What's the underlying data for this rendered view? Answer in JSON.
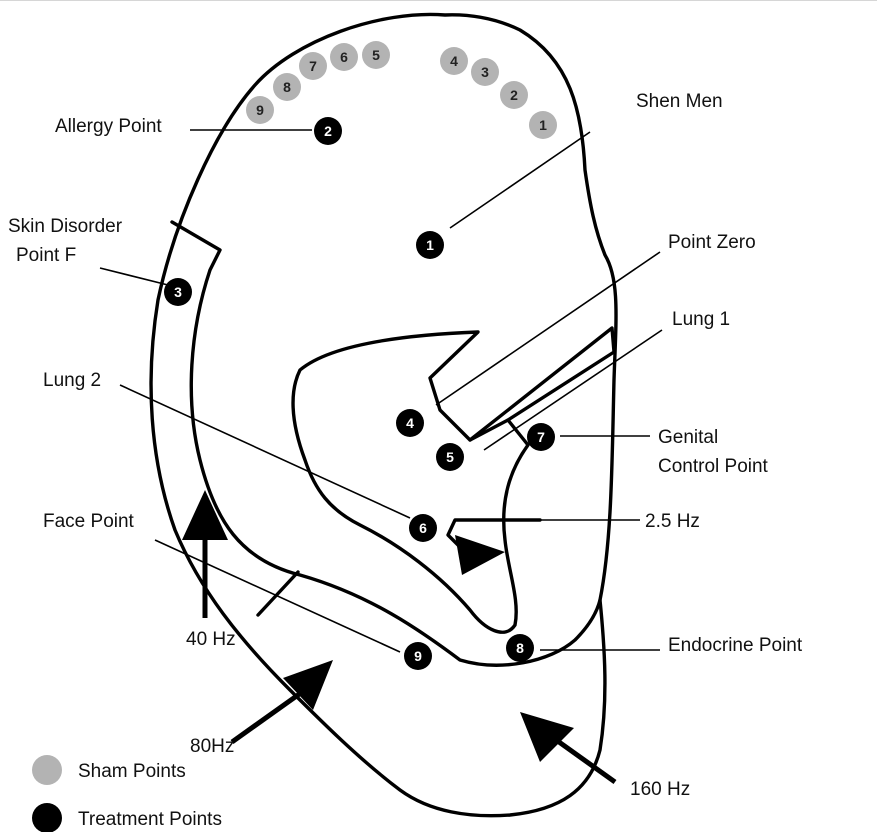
{
  "labels": {
    "shen_men": "Shen Men",
    "allergy_point": "Allergy Point",
    "skin_disorder_1": "Skin Disorder",
    "skin_disorder_2": "Point F",
    "point_zero": "Point Zero",
    "lung_1": "Lung 1",
    "lung_2": "Lung 2",
    "genital_1": "Genital",
    "genital_2": "Control Point",
    "face_point": "Face Point",
    "hz_2_5": "2.5 Hz",
    "hz_40": "40 Hz",
    "hz_80": "80Hz",
    "hz_160": "160 Hz",
    "endocrine_point": "Endocrine Point"
  },
  "legend": {
    "sham": "Sham Points",
    "treatment": "Treatment Points"
  },
  "sham_points": [
    "1",
    "2",
    "3",
    "4",
    "5",
    "6",
    "7",
    "8",
    "9"
  ],
  "treatment_points": [
    "1",
    "2",
    "3",
    "4",
    "5",
    "6",
    "7",
    "8",
    "9"
  ],
  "colors": {
    "sham_fill": "#b3b3b3",
    "treatment_fill": "#000000",
    "outline": "#000000"
  }
}
